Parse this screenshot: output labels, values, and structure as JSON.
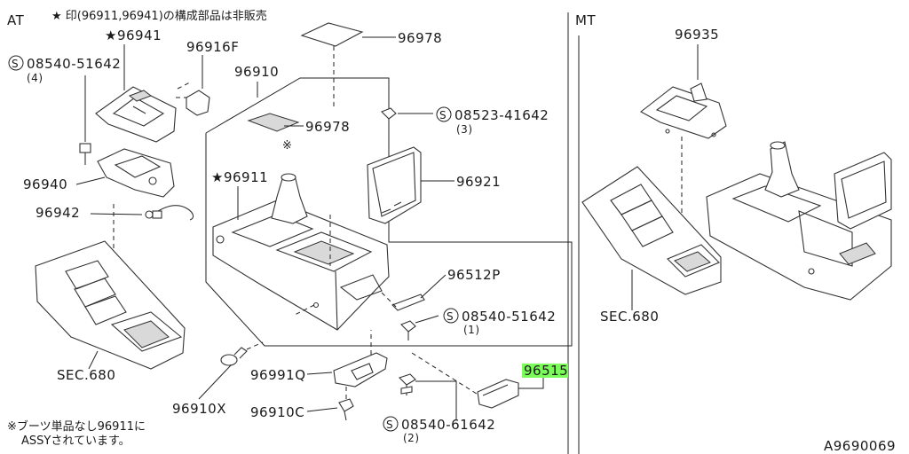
{
  "sections": {
    "at": "AT",
    "mt": "MT"
  },
  "notes": {
    "top": "★ 印(96911,96941)の構成部品は非販売",
    "bottom_line1": "※ブーツ単品なし96911に",
    "bottom_line2": "ASSYされています。",
    "ref": "A9690069",
    "asterisk_mark": "※"
  },
  "callouts": {
    "p96941": "★96941",
    "p08540_51642_a": "08540-51642",
    "qty4": "(4)",
    "p96916F": "96916F",
    "p96910": "96910",
    "p96978_top": "96978",
    "p96978_mid": "96978",
    "p08523_41642": "08523-41642",
    "qty3": "(3)",
    "p96911": "★96911",
    "p96940": "96940",
    "p96942": "96942",
    "p96921": "96921",
    "p96512P": "96512P",
    "p08540_51642_b": "08540-51642",
    "qty1": "(1)",
    "sec680_left": "SEC.680",
    "p96991Q": "96991Q",
    "p96515": "96515",
    "p96910X": "96910X",
    "p96910C": "96910C",
    "p08540_61642": "08540-61642",
    "qty2": "(2)",
    "p96935": "96935",
    "sec680_right": "SEC.680"
  },
  "s_mark": "S",
  "colors": {
    "highlight": "#7CFC5A",
    "line": "#222222"
  }
}
